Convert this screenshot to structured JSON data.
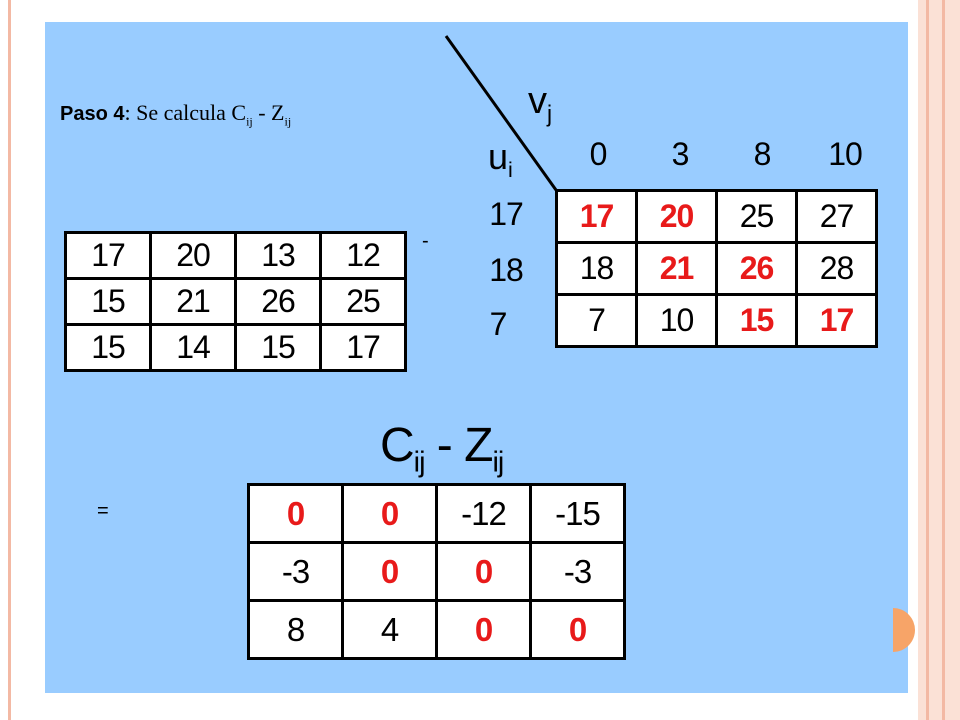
{
  "title": {
    "bold": "Paso 4",
    "text": ": Se calcula C",
    "sub1": "ij",
    "mid": " - Z",
    "sub2": "ij"
  },
  "minus_sign": "-",
  "equals_sign": "=",
  "v_label": {
    "base": "v",
    "sub": "j"
  },
  "u_label": {
    "base": "u",
    "sub": "i"
  },
  "v_values": [
    "0",
    "3",
    "8",
    "10"
  ],
  "u_values": [
    "17",
    "18",
    "7"
  ],
  "cost_matrix": [
    [
      "17",
      "20",
      "13",
      "12"
    ],
    [
      "15",
      "21",
      "26",
      "25"
    ],
    [
      "15",
      "14",
      "15",
      "17"
    ]
  ],
  "z_matrix": [
    [
      {
        "v": "17",
        "basic": true
      },
      {
        "v": "20",
        "basic": true
      },
      {
        "v": "25",
        "basic": false
      },
      {
        "v": "27",
        "basic": false
      }
    ],
    [
      {
        "v": "18",
        "basic": false
      },
      {
        "v": "21",
        "basic": true
      },
      {
        "v": "26",
        "basic": true
      },
      {
        "v": "28",
        "basic": false
      }
    ],
    [
      {
        "v": "7",
        "basic": false
      },
      {
        "v": "10",
        "basic": false
      },
      {
        "v": "15",
        "basic": true
      },
      {
        "v": "17",
        "basic": true
      }
    ]
  ],
  "result_heading": {
    "c": "C",
    "c_sub": "ij",
    "mid": " - ",
    "z": "Z",
    "z_sub": "ij"
  },
  "result_matrix": [
    [
      {
        "v": "0",
        "basic": true
      },
      {
        "v": "0",
        "basic": true
      },
      {
        "v": "-12",
        "basic": false
      },
      {
        "v": "-15",
        "basic": false
      }
    ],
    [
      {
        "v": "-3",
        "basic": false
      },
      {
        "v": "0",
        "basic": true
      },
      {
        "v": "0",
        "basic": true
      },
      {
        "v": "-3",
        "basic": false
      }
    ],
    [
      {
        "v": "8",
        "basic": false
      },
      {
        "v": "4",
        "basic": false
      },
      {
        "v": "0",
        "basic": true
      },
      {
        "v": "0",
        "basic": true
      }
    ]
  ],
  "colors": {
    "panel": "#99ccff",
    "highlight": "#e81a1a",
    "accent": "#f7a468",
    "frame": "#f3b9a4"
  }
}
